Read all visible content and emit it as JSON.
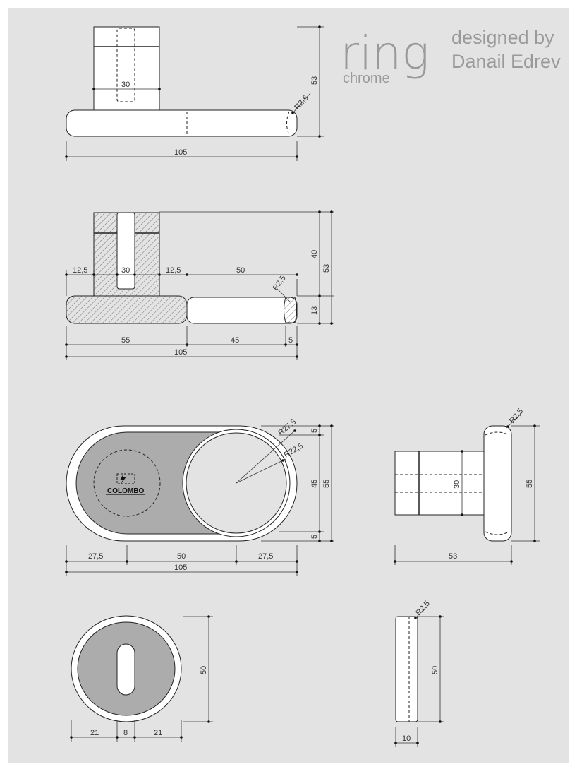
{
  "branding": {
    "product": "ring",
    "finish": "chrome",
    "designer_line1": "designed by",
    "designer_line2": "Danail Edrev",
    "logo_text": "COLOMBO"
  },
  "colors": {
    "background": "#e3e3e3",
    "frame": "#ffffff",
    "line": "#222222",
    "dim_line": "#333333",
    "branding_text": "#9a9a9a",
    "plate_fill": "#acacac",
    "hatch": "#555555"
  },
  "views": {
    "side_top": {
      "d30": "30",
      "d53": "53",
      "r25": "R2,5",
      "d105": "105"
    },
    "section": {
      "d12a": "12,5",
      "d30": "30",
      "d12b": "12,5",
      "d50": "50",
      "r25": "R2,5",
      "d55": "55",
      "d45": "45",
      "d5": "5",
      "d105": "105",
      "d40": "40",
      "d13": "13",
      "d53": "53"
    },
    "plan": {
      "r275": "R27,5",
      "r225": "R22,5",
      "d5a": "5",
      "d45": "45",
      "d5b": "5",
      "d55": "55",
      "d275a": "27,5",
      "d50": "50",
      "d275b": "27,5",
      "d105": "105"
    },
    "end_view": {
      "r25": "R2,5",
      "d30": "30",
      "d55": "55",
      "d53": "53"
    },
    "rosette_front": {
      "d50": "50",
      "d21a": "21",
      "d8": "8",
      "d21b": "21"
    },
    "rosette_side": {
      "r25": "R2,5",
      "d50": "50",
      "d10": "10"
    }
  }
}
